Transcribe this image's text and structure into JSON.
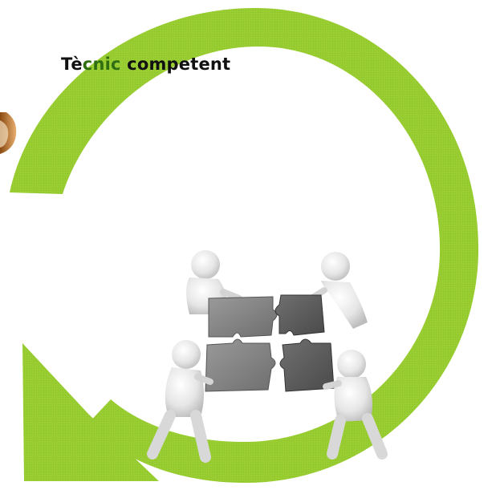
{
  "title": {
    "part1": "Tè",
    "highlight": "cnic",
    "part2": " competent"
  },
  "colors": {
    "arrow": "#9ACD32",
    "arrow_texture": "#7CBF26",
    "title_text": "#111111",
    "title_highlight": "#2f6f12",
    "puzzle_light": "#8a8a8a",
    "puzzle_dark": "#5f5f5f",
    "figures": "#e8e8e8"
  },
  "illustration": {
    "main": "circular-arrow",
    "center": "four-figures-assembling-puzzle",
    "left_edge": "partial-object-icon"
  }
}
